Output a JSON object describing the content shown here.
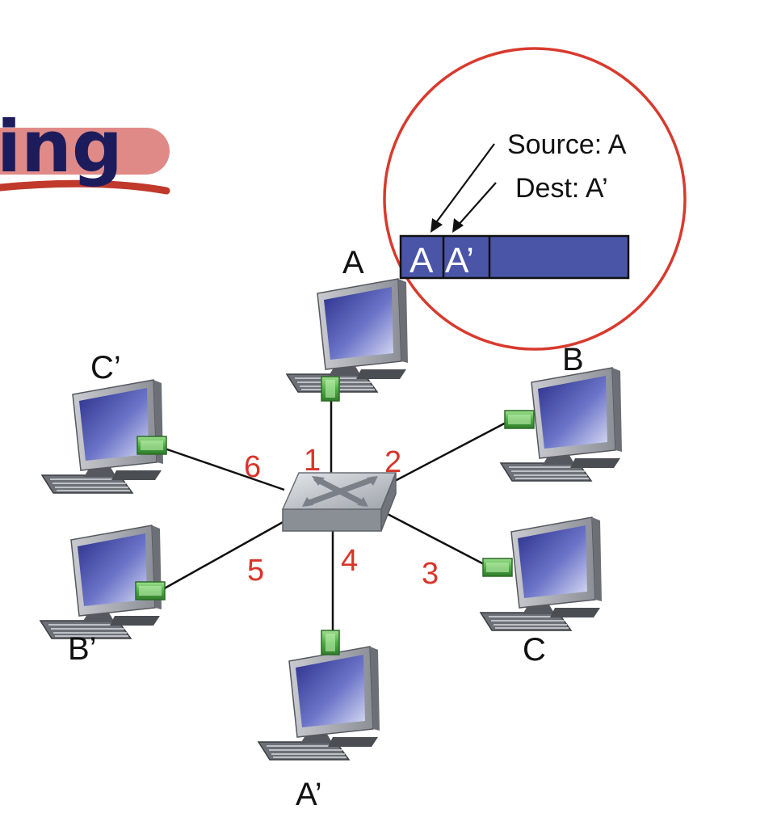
{
  "title": {
    "text": "ing"
  },
  "hosts": [
    {
      "id": "A",
      "label": "A"
    },
    {
      "id": "B",
      "label": "B"
    },
    {
      "id": "C",
      "label": "C"
    },
    {
      "id": "A2",
      "label": "A’"
    },
    {
      "id": "B2",
      "label": "B’"
    },
    {
      "id": "C2",
      "label": "C’"
    }
  ],
  "ports": [
    "1",
    "2",
    "3",
    "4",
    "5",
    "6"
  ],
  "frame": {
    "source_label": "Source: A",
    "dest_label": "Dest: A’",
    "field_source": "A",
    "field_dest": "A’"
  },
  "colors": {
    "frame_fill": "#4a55a8",
    "zoom_circle": "#d83a2e",
    "port_label": "#d8342a",
    "title_bar": "#e08a88",
    "title_underline": "#c0392b",
    "title_text": "#1c1c5c",
    "connector": "#52b04a"
  },
  "icons": {
    "host": "desktop-computer-icon",
    "switch": "network-switch-icon",
    "connector": "network-interface-icon"
  }
}
